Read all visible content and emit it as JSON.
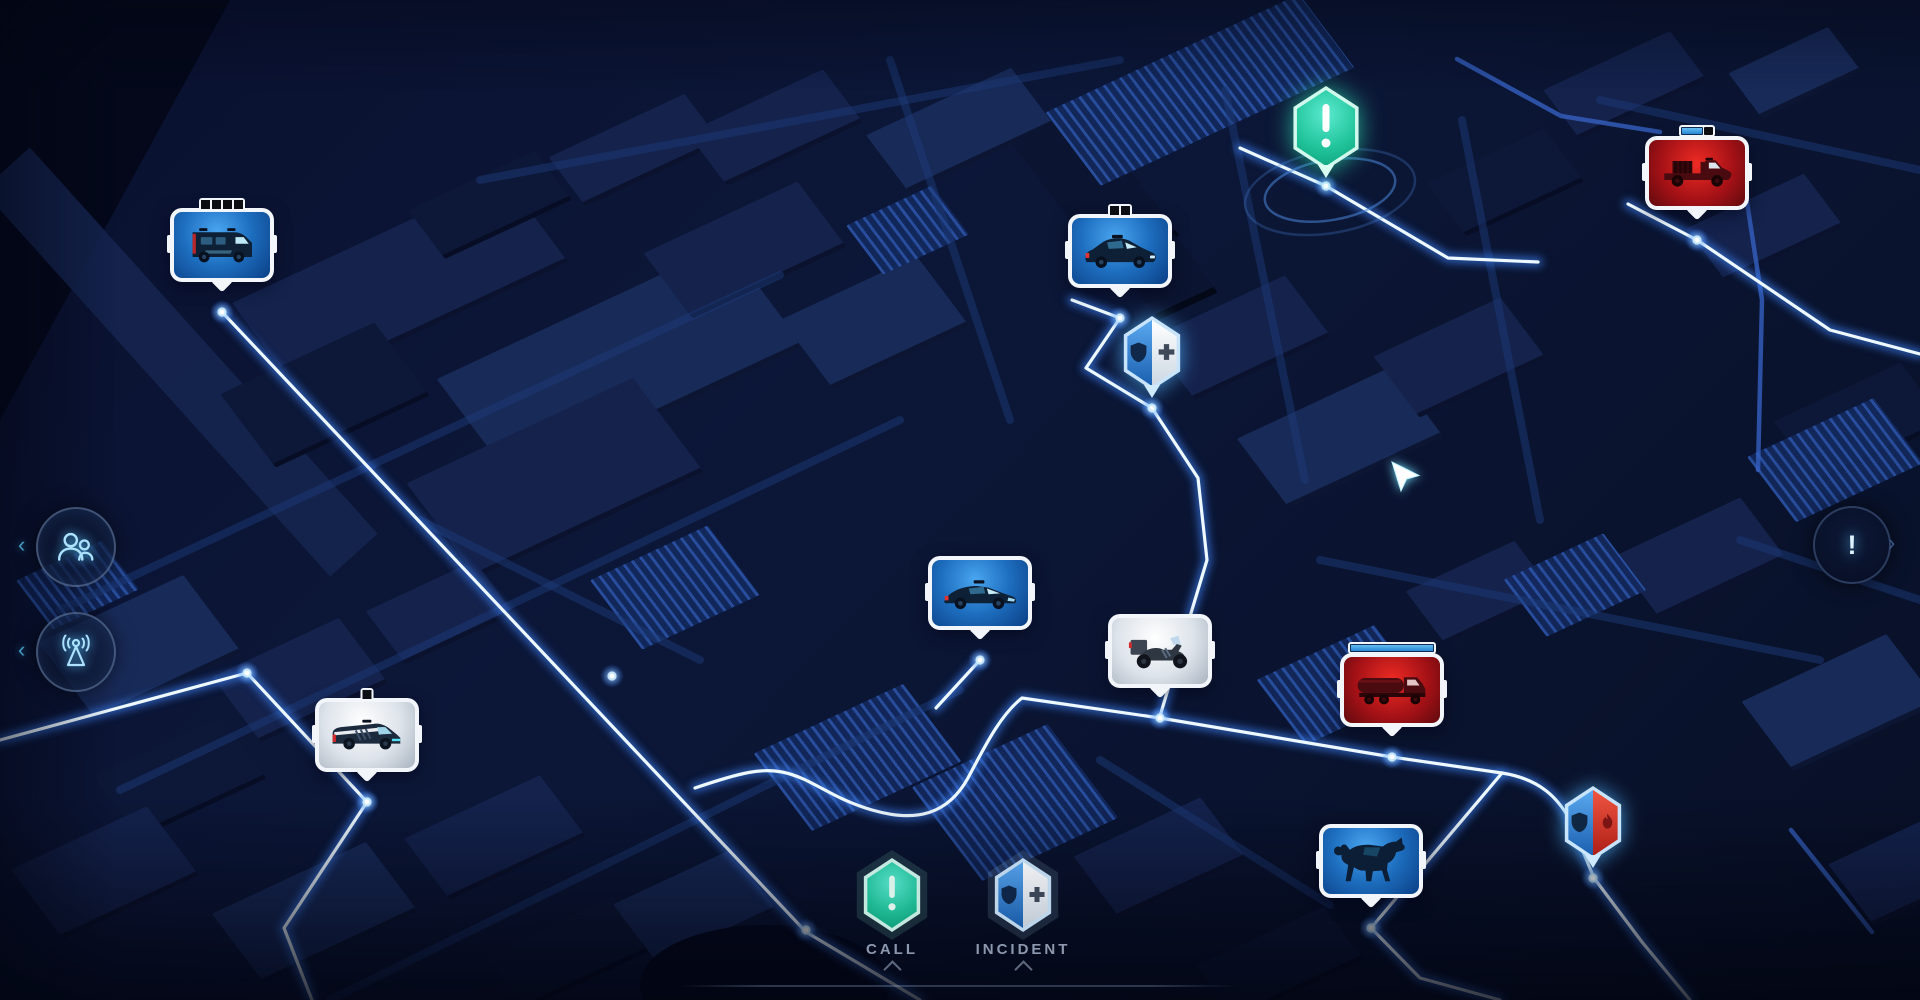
{
  "ui": {
    "bottom_toolbar": {
      "call": {
        "label": "CALL",
        "icon": "exclamation-hexagon-icon",
        "color": "#1fc99d"
      },
      "incident": {
        "label": "INCIDENT",
        "icon": "shield-cross-hexagon-icon",
        "color": "#3a86d9"
      }
    },
    "left_panel_buttons": [
      {
        "name": "staff",
        "icon": "staff-people-icon"
      },
      {
        "name": "radio",
        "icon": "radio-antenna-icon"
      }
    ],
    "right_panel_button": {
      "name": "alerts",
      "glyph": "!",
      "icon": "exclamation-icon"
    }
  },
  "glyphs": {
    "exclamation": "!",
    "chevron_left": "‹",
    "chevron_right": "›",
    "caret_up": "^"
  },
  "map": {
    "style": "night-isometric-city",
    "vehicle_markers": [
      {
        "name": "swat-van",
        "category": "police",
        "background": "blue-gradient",
        "top_indicator": "four-black-segments"
      },
      {
        "name": "police-car-north",
        "category": "police",
        "background": "blue-gradient",
        "top_indicator": "two-black-segments"
      },
      {
        "name": "fire-pickup-truck",
        "category": "fire",
        "background": "red-gradient",
        "top_indicator": "progress-bar-partial-blue"
      },
      {
        "name": "police-car-central",
        "category": "police",
        "background": "blue-gradient",
        "top_indicator": "none"
      },
      {
        "name": "police-motorcycle",
        "category": "police",
        "background": "silver-gradient",
        "top_indicator": "none"
      },
      {
        "name": "fire-tanker-truck",
        "category": "fire",
        "background": "red-gradient",
        "top_indicator": "progress-bar-full-blue"
      },
      {
        "name": "unmarked-van",
        "category": "police",
        "background": "silver-gradient",
        "top_indicator": "one-black-segment"
      },
      {
        "name": "police-horse",
        "category": "police",
        "background": "blue-gradient",
        "top_indicator": "none"
      }
    ],
    "incident_markers": [
      {
        "name": "emergency-call",
        "shape": "hexagon",
        "color": "green",
        "symbol": "exclamation",
        "pulse_ring": true
      },
      {
        "name": "police-medical-incident",
        "shape": "hexagon",
        "halves": [
          "police-shield-blue",
          "medical-cross-white"
        ]
      },
      {
        "name": "police-fire-incident",
        "shape": "hexagon",
        "halves": [
          "police-shield-blue",
          "fire-flame-red"
        ]
      }
    ]
  },
  "colors": {
    "background": "#0b1434",
    "route_glow": "#3b82f6",
    "route_core": "#edf8ff",
    "incident_green": "#17c795",
    "police_blue": "#2f84dd",
    "fire_red": "#c41a1a",
    "marker_frame": "#f2f5f9"
  }
}
